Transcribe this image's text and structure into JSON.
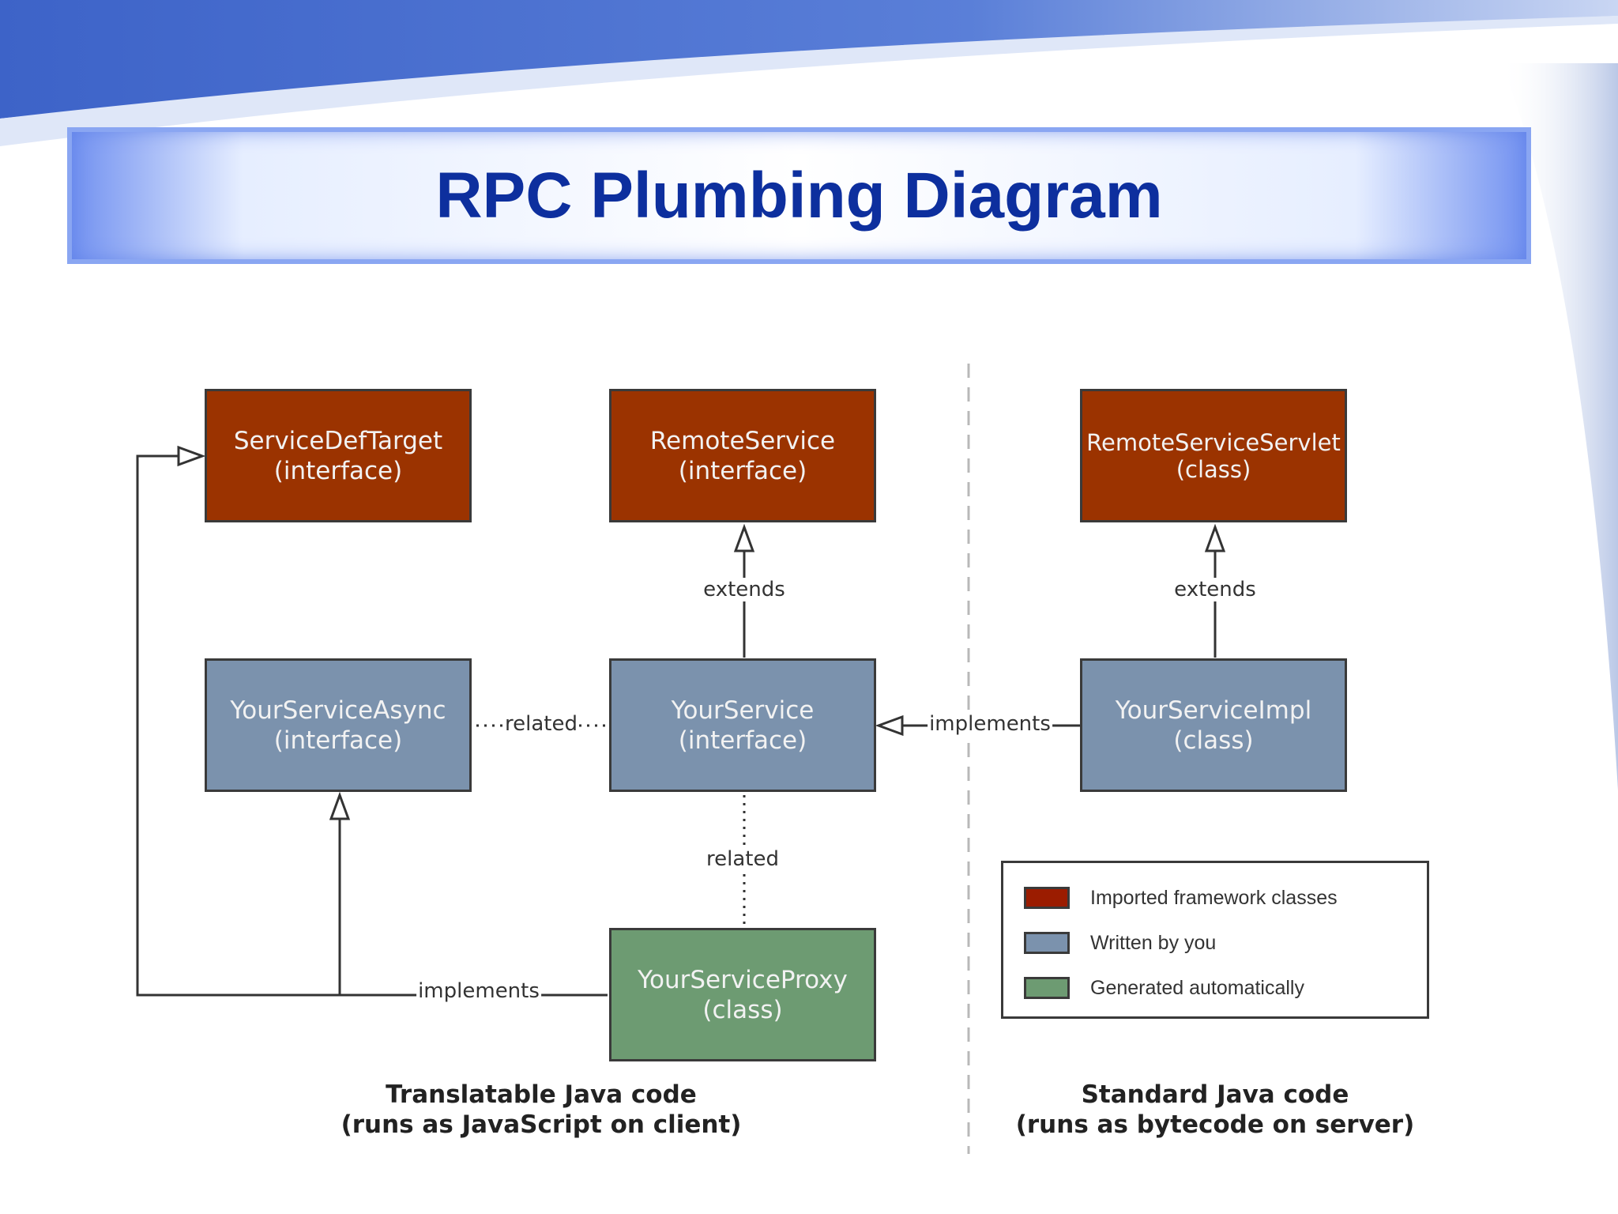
{
  "title": "RPC Plumbing Diagram",
  "boxes": {
    "service_def_target": {
      "name": "ServiceDefTarget",
      "kind": "(interface)"
    },
    "remote_service": {
      "name": "RemoteService",
      "kind": "(interface)"
    },
    "remote_service_servlet": {
      "name": "RemoteServiceServlet",
      "kind": "(class)"
    },
    "your_service_async": {
      "name": "YourServiceAsync",
      "kind": "(interface)"
    },
    "your_service": {
      "name": "YourService",
      "kind": "(interface)"
    },
    "your_service_impl": {
      "name": "YourServiceImpl",
      "kind": "(class)"
    },
    "your_service_proxy": {
      "name": "YourServiceProxy",
      "kind": "(class)"
    }
  },
  "relations": {
    "extends_left": "extends",
    "extends_right": "extends",
    "related_horizontal": "related",
    "related_vertical": "related",
    "implements_server": "implements",
    "implements_proxy": "implements"
  },
  "legend": {
    "imported": "Imported framework classes",
    "written": "Written by you",
    "generated": "Generated automatically"
  },
  "captions": {
    "client_line1": "Translatable Java code",
    "client_line2": "(runs as JavaScript on client)",
    "server_line1": "Standard Java code",
    "server_line2": "(runs as bytecode on server)"
  },
  "colors": {
    "imported": "#9b3300",
    "written": "#7b92ad",
    "generated": "#6d9b72",
    "title": "#0d2f9e"
  }
}
